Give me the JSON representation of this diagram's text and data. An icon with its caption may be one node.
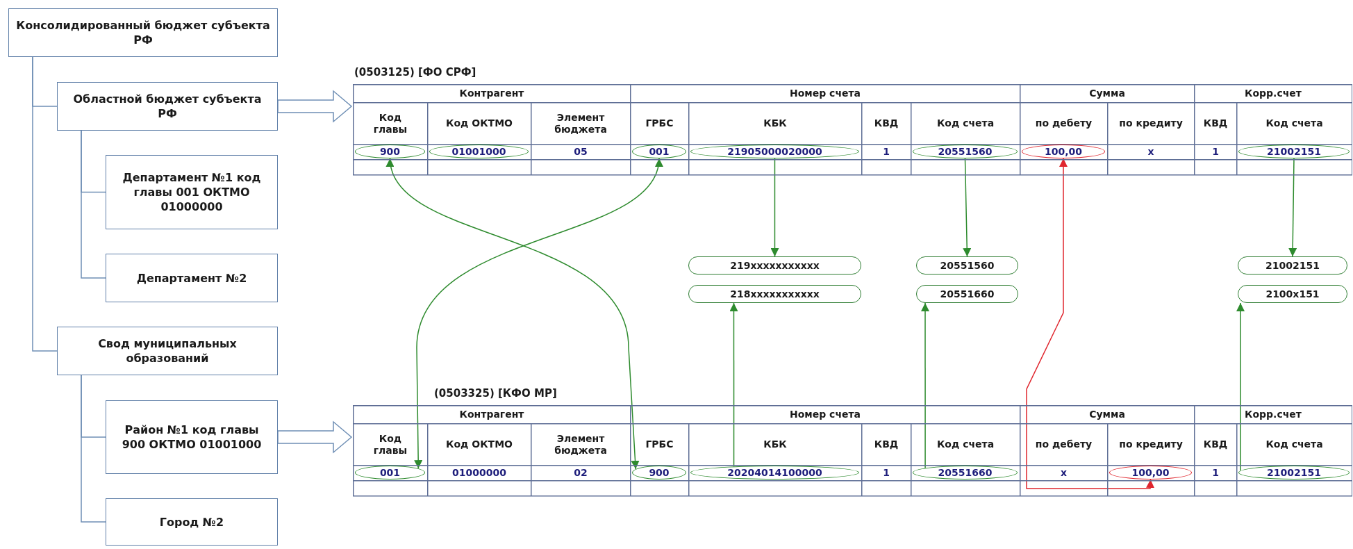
{
  "diagram": {
    "nodes": [
      {
        "text": [
          "Консолидированный бюджет субъекта РФ"
        ]
      },
      {
        "text": [
          "Областной бюджет субъекта РФ"
        ]
      },
      {
        "text": [
          "Департамент №1 код главы 001 ОКТМО 01000000"
        ]
      },
      {
        "text": [
          "Департамент №2"
        ]
      },
      {
        "text": [
          "Свод муниципальных образований"
        ]
      },
      {
        "text": [
          "Район №1 код главы 900 ОКТМО 01001000"
        ]
      },
      {
        "text": [
          "Город №2"
        ]
      },
      {
        "text": [
          "(0503125) [ФО СРФ]"
        ]
      },
      {
        "text": [
          "900"
        ],
        "in": 7
      },
      {
        "text": [
          "01001000"
        ],
        "in": 7
      },
      {
        "text": [
          "001"
        ],
        "in": 7
      },
      {
        "text": [
          "21905000020000"
        ],
        "in": 7
      },
      {
        "text": [
          "20551560"
        ],
        "in": 7
      },
      {
        "text": [
          "100,00"
        ],
        "in": 7
      },
      {
        "text": [
          "21002151"
        ],
        "in": 7
      },
      {
        "text": [
          "219xxxxxxxxxxx"
        ]
      },
      {
        "text": [
          "20551560"
        ]
      },
      {
        "text": [
          "21002151"
        ]
      },
      {
        "text": [
          "218xxxxxxxxxxx"
        ]
      },
      {
        "text": [
          "20551660"
        ]
      },
      {
        "text": [
          "2100x151"
        ]
      },
      {
        "text": [
          "(0503325) [КФО МР]"
        ]
      },
      {
        "text": [
          "001"
        ],
        "in": 21
      },
      {
        "text": [
          "900"
        ],
        "in": 21
      },
      {
        "text": [
          "20204014100000"
        ],
        "in": 21
      },
      {
        "text": [
          "20551660"
        ],
        "in": 21
      },
      {
        "text": [
          "100,00"
        ],
        "in": 21
      },
      {
        "text": [
          "21002151"
        ],
        "in": 21
      }
    ],
    "edges": [
      {
        "from": 0,
        "to": 1,
        "arrow": "none",
        "color": "#6f8fb5"
      },
      {
        "from": 1,
        "to": 2,
        "arrow": "none",
        "color": "#6f8fb5"
      },
      {
        "from": 1,
        "to": 3,
        "arrow": "none",
        "color": "#6f8fb5"
      },
      {
        "from": 0,
        "to": 4,
        "arrow": "none",
        "color": "#6f8fb5"
      },
      {
        "from": 4,
        "to": 5,
        "arrow": "none",
        "color": "#6f8fb5"
      },
      {
        "from": 4,
        "to": 6,
        "arrow": "none",
        "color": "#6f8fb5"
      },
      {
        "from": 1,
        "to": 7,
        "arrow": "to",
        "style": "thick",
        "color": "#6f8fb5"
      },
      {
        "from": 5,
        "to": 21,
        "arrow": "to",
        "style": "thick",
        "color": "#6f8fb5"
      },
      {
        "from": 8,
        "to": 23,
        "arrow": "both"
      },
      {
        "from": 10,
        "to": 22,
        "arrow": "both"
      },
      {
        "from": 11,
        "to": 15,
        "arrow": "to"
      },
      {
        "from": 12,
        "to": 16,
        "arrow": "to"
      },
      {
        "from": 14,
        "to": 17,
        "arrow": "to"
      },
      {
        "from": 13,
        "to": 26,
        "arrow": "both",
        "color": "#e0262e"
      },
      {
        "from": 24,
        "to": 18,
        "arrow": "to"
      },
      {
        "from": 25,
        "to": 19,
        "arrow": "to"
      },
      {
        "from": 27,
        "to": 20,
        "arrow": "to"
      }
    ],
    "labels": [
      "Контрагент",
      "Номер счета",
      "Сумма",
      "Корр.счет",
      "Код главы",
      "Код ОКТМО",
      "Элемент бюджета",
      "ГРБС",
      "КБК",
      "КВД",
      "Код счета",
      "по дебету",
      "по кредиту",
      "КВД",
      "Код счета",
      "05",
      "1",
      "x",
      "1",
      "Контрагент",
      "Номер счета",
      "Сумма",
      "Корр.счет",
      "Код главы",
      "Код ОКТМО",
      "Элемент бюджета",
      "ГРБС",
      "КБК",
      "КВД",
      "Код счета",
      "по дебету",
      "по кредиту",
      "КВД",
      "Код счета",
      "01000000",
      "02",
      "1",
      "x",
      "1"
    ]
  }
}
